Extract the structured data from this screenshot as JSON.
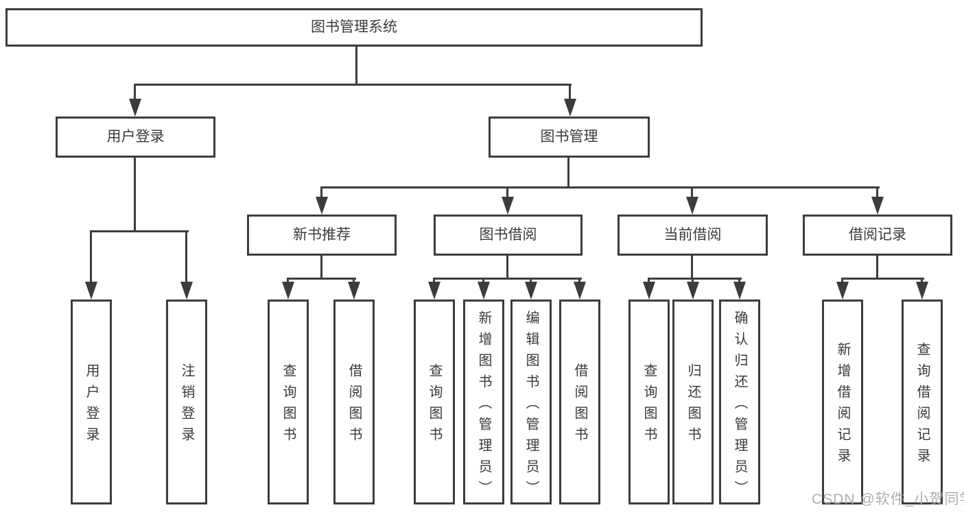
{
  "colors": {
    "line": "#3c3c3c",
    "text": "#3a3a3a",
    "background": "#ffffff",
    "watermark_color": "#a6a6a6"
  },
  "watermark": {
    "text": "CSDN @软件_小贺同学"
  },
  "diagram": {
    "type": "hierarchy-tree",
    "root_label": "图书管理系统",
    "branches": [
      {
        "label": "用户登录",
        "children": [
          {
            "label": "用户登录"
          },
          {
            "label": "注销登录"
          }
        ]
      },
      {
        "label": "图书管理",
        "children": [
          {
            "label": "新书推荐",
            "children": [
              {
                "label": "查询图书"
              },
              {
                "label": "借阅图书"
              }
            ]
          },
          {
            "label": "图书借阅",
            "children": [
              {
                "label": "查询图书"
              },
              {
                "label": "新增图书（管理员）"
              },
              {
                "label": "编辑图书（管理员）"
              },
              {
                "label": "借阅图书"
              }
            ]
          },
          {
            "label": "当前借阅",
            "children": [
              {
                "label": "查询图书"
              },
              {
                "label": "归还图书"
              },
              {
                "label": "确认归还（管理员）"
              }
            ]
          },
          {
            "label": "借阅记录",
            "children": [
              {
                "label": "新增借阅记录"
              },
              {
                "label": "查询借阅记录"
              }
            ]
          }
        ]
      }
    ]
  }
}
